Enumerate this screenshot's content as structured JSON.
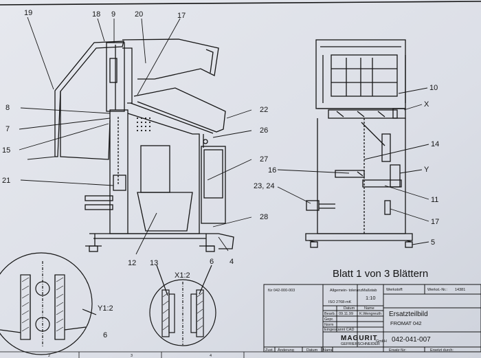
{
  "drawing": {
    "callouts": {
      "c19": "19",
      "c18": "18",
      "c9": "9",
      "c20": "20",
      "c17a": "17",
      "c8": "8",
      "c7": "7",
      "c15": "15",
      "c21": "21",
      "c22": "22",
      "c26": "26",
      "c27": "27",
      "c28": "28",
      "c12": "12",
      "c4": "4",
      "c10": "10",
      "cX": "X",
      "c14": "14",
      "c16": "16",
      "cY": "Y",
      "c2324": "23, 24",
      "c11": "11",
      "c17b": "17",
      "c5": "5",
      "c13": "13",
      "c6a": "6",
      "c6b": "6"
    },
    "detail_y": "Y1:2",
    "detail_x": "X1:2",
    "sheet_caption": "Blatt 1 von 3 Blättern",
    "border_ticks": [
      "2",
      "3",
      "4"
    ]
  },
  "title_block": {
    "ref_number": "für 042-000-003",
    "tolerance_label": "Allgemein-\ntoleranz",
    "tolerance_value": "ISO 2768-mK",
    "scale_label": "Maßstab",
    "scale_value": "1:10",
    "material_label": "Werkstoff:",
    "material_no_label": "Werkst.-Nr.:",
    "material_no_value": "14381",
    "date_header": "Datum",
    "name_header": "Name",
    "rows": [
      {
        "label": "Bearb.",
        "date": "09.11.99",
        "name": "K.Wengreuth"
      },
      {
        "label": "Gepr.",
        "date": "",
        "name": ""
      },
      {
        "label": "Norm",
        "date": "",
        "name": ""
      }
    ],
    "cad_label": "Eingescannt CAD",
    "title": "Ersatzteilbild",
    "subtitle": "FROMAT 042",
    "brand": "MAGURIT",
    "brand_sub": "GEFRIERSCHNEIDER",
    "brand_side": "GmbH",
    "drawing_number": "042-041-007",
    "bottom_labels": [
      "Zust.",
      "Änderung",
      "Datum",
      "Name",
      "Ersatz für:",
      "Ersetzt durch:"
    ]
  }
}
